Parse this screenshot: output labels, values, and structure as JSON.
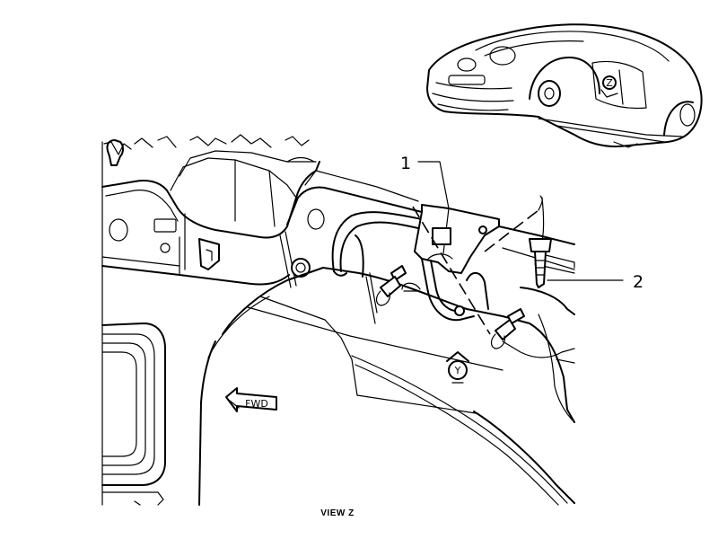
{
  "callouts": {
    "part1": "1",
    "part2": "2"
  },
  "view_markers": {
    "main_view": "Z",
    "detail_view": "Y"
  },
  "direction_label": "FWD",
  "caption": "VIEW Z",
  "colors": {
    "line": "#000000",
    "background": "#ffffff"
  }
}
